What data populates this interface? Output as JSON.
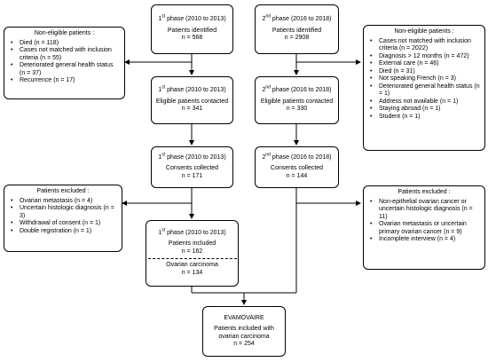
{
  "phase1": {
    "identified": {
      "phase_label": "phase (2010 to 2013)",
      "ordinal": "1",
      "ordinal_sup": "st",
      "line1": "Patients identified",
      "line2": "n = 568"
    },
    "eligible": {
      "phase_label": "phase (2010 to 2013)",
      "ordinal": "1",
      "ordinal_sup": "st",
      "line1": "Eligible patients contacted",
      "line2": "n = 341"
    },
    "consents": {
      "phase_label": "phase (2010 to 2013)",
      "ordinal": "1",
      "ordinal_sup": "st",
      "line1": "Consents collected",
      "line2": "n = 171"
    },
    "included": {
      "phase_label": "phase (2010 to 2013)",
      "ordinal": "1",
      "ordinal_sup": "st",
      "line1": "Patients included",
      "line2": "n = 162",
      "line3": "Ovarian carcinoma",
      "line4": "n = 134"
    }
  },
  "phase2": {
    "identified": {
      "phase_label": "phase (2016 to 2018)",
      "ordinal": "2",
      "ordinal_sup": "nd",
      "line1": "Patients identified",
      "line2": "n = 2908"
    },
    "eligible": {
      "phase_label": "phase (2016 to 2018)",
      "ordinal": "2",
      "ordinal_sup": "nd",
      "line1": "Eligible patients contacted",
      "line2": "n = 330"
    },
    "consents": {
      "phase_label": "phase (2016 to 2018)",
      "ordinal": "2",
      "ordinal_sup": "nd",
      "line1": "Consents collected",
      "line2": "n = 144"
    }
  },
  "left_noneligible": {
    "title": "Non-eligible patients :",
    "items": [
      "Died (n = 118)",
      "Cases not matched with inclusion criteria (n = 55)",
      "Deteriorated general health status (n = 37)",
      "Recurrence (n = 17)"
    ]
  },
  "right_noneligible": {
    "title": "Non-eligible patients :",
    "items": [
      "Cases not matched with inclusion criteria (n = 2022)",
      "Diagnosis > 12 months (n = 472)",
      "External care (n = 46)",
      "Died (n = 31)",
      "Not speaking French (n = 3)",
      "Deteriorated general health status (n = 1)",
      "Address not available (n = 1)",
      "Staying abroad (n = 1)",
      "Student (n = 1)"
    ]
  },
  "left_excluded": {
    "title": "Patients excluded :",
    "items": [
      "Ovarian metastasis (n = 4)",
      "Uncertain histologic diagnosis (n = 3)",
      "Withdrawal of consent (n = 1)",
      "Double registration (n = 1)"
    ]
  },
  "right_excluded": {
    "title": "Patients excluded :",
    "items": [
      "Non-epithelial ovarian cancer or uncertain histologic diagnosis (n = 11)",
      "Ovarian metastasis or uncertain primary ovarian cancer (n = 9)",
      "Incomplete interview (n = 4)"
    ]
  },
  "final": {
    "title": "EVAMOVAIRE",
    "line1": "Patients included with ovarian carcinoma",
    "line2": "n = 254"
  }
}
